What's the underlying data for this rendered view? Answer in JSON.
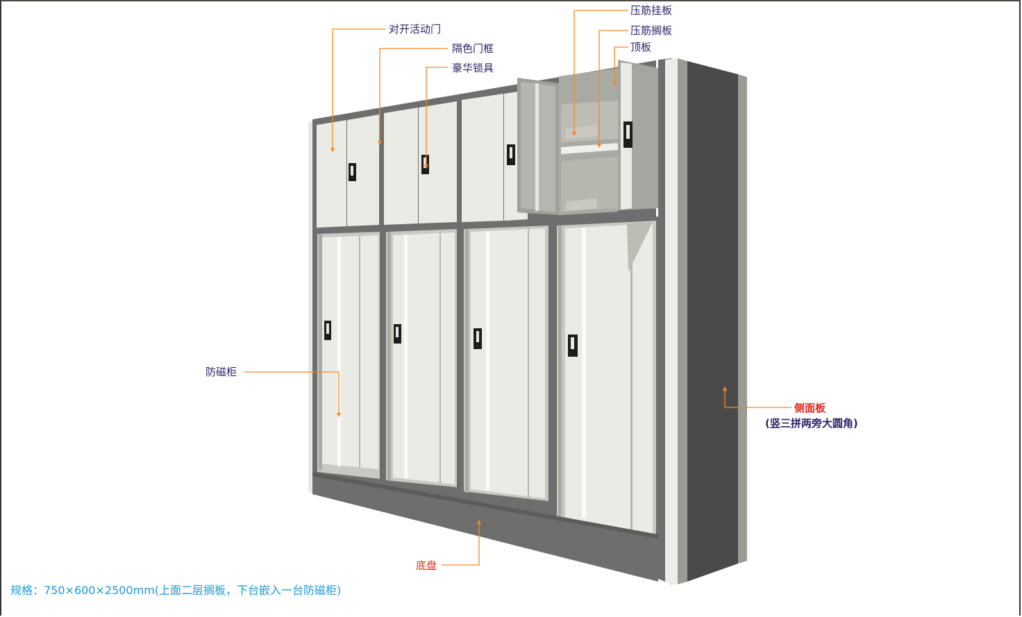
{
  "diagram": {
    "subject": "Cabinet with two shelf levels above and embedded anti-magnetic cabinets below",
    "colors": {
      "callout_line": "#f08a24",
      "label_text": "#2b2468",
      "highlight_label": "#e0281e",
      "spec_text": "#1a9ad8",
      "frame_gray": "#6e6e6e",
      "door_white": "#ebebe6",
      "side_panel_dark": "#4a4a4a"
    },
    "callouts": [
      {
        "id": "double-door",
        "text": "对开活动门"
      },
      {
        "id": "contrast-door-frame",
        "text": "隔色门框"
      },
      {
        "id": "deluxe-lock",
        "text": "豪华锁具"
      },
      {
        "id": "ribbed-hanging-plate",
        "text": "压筋挂板"
      },
      {
        "id": "ribbed-shelf",
        "text": "压筋搁板"
      },
      {
        "id": "top-plate",
        "text": "顶板"
      },
      {
        "id": "anti-magnetic-cabinet",
        "text": "防磁柜"
      },
      {
        "id": "base",
        "text": "底盘"
      },
      {
        "id": "side-panel",
        "text": "侧面板",
        "subtext": "(竖三拼两旁大圆角)"
      }
    ],
    "spec": "规格：750×600×2500mm(上面二层搁板，下台嵌入一台防磁柜)"
  }
}
